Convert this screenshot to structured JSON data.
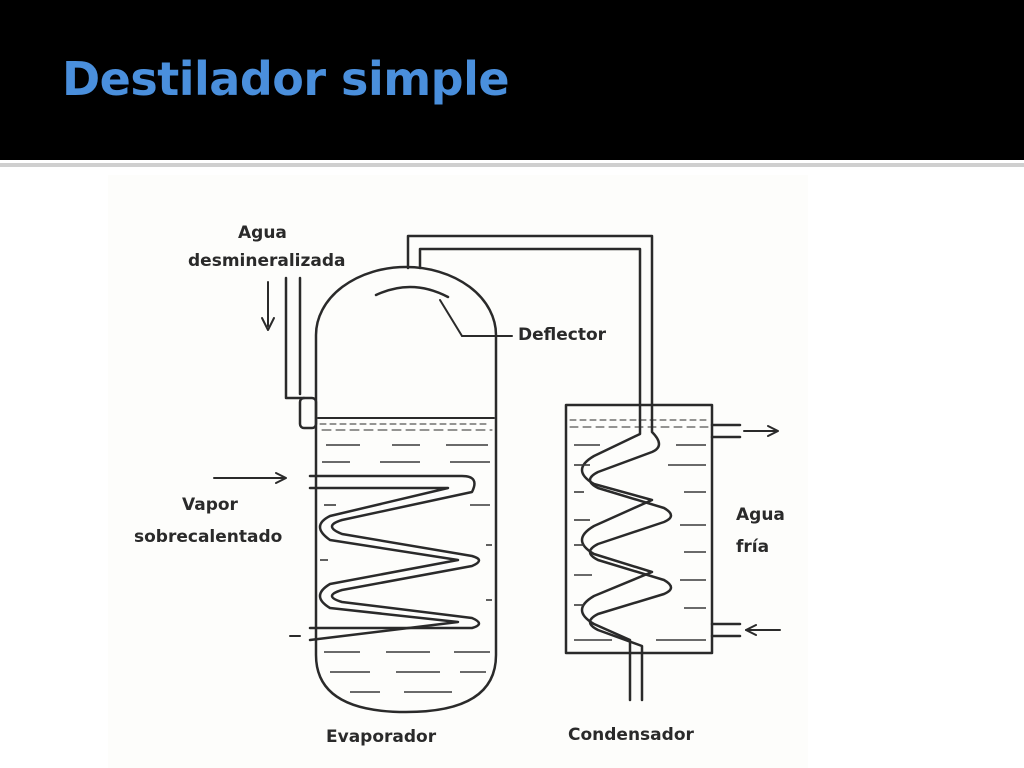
{
  "slide": {
    "title": "Destilador simple",
    "title_color": "#4a8fdc"
  },
  "diagram": {
    "labels": {
      "agua_line1": "Agua",
      "agua_line2": "desmineralizada",
      "deflector": "Deflector",
      "vapor_line1": "Vapor",
      "vapor_line2": "sobrecalentado",
      "agua_fria_line1": "Agua",
      "agua_fria_line2": "fría",
      "evaporador": "Evaporador",
      "condensador": "Condensador"
    },
    "ink_color": "#2a2a2a"
  }
}
